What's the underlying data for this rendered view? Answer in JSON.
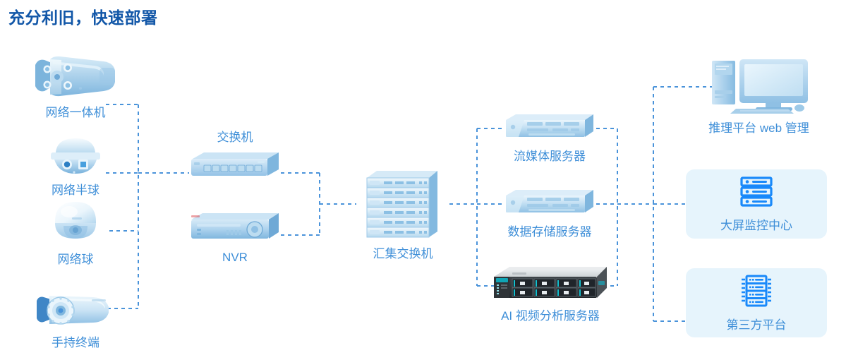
{
  "title": "充分利旧，快速部署",
  "colors": {
    "title": "#1257a8",
    "label": "#3f8fd8",
    "wire": "#3f8fd8",
    "card_bg": "#e6f4fc",
    "card_icon": "#1989fa",
    "device_blue": "#86b9df"
  },
  "endpoints": {
    "items": [
      {
        "label": "网络一体机",
        "icon": "bullet-camera-icon",
        "position": "below"
      },
      {
        "label": "网络半球",
        "icon": "dome-camera-icon",
        "position": "below"
      },
      {
        "label": "网络球",
        "icon": "ptz-dome-camera-icon",
        "position": "below"
      },
      {
        "label": "手持终端",
        "icon": "handheld-terminal-camera-icon",
        "position": "below"
      }
    ]
  },
  "access_layer": {
    "items": [
      {
        "label": "交换机",
        "icon": "network-switch-icon",
        "position": "above"
      },
      {
        "label": "NVR",
        "icon": "nvr-recorder-icon",
        "position": "below"
      }
    ]
  },
  "aggregation": {
    "label": "汇集交换机",
    "icon": "stacked-switch-icon",
    "stack_units": 6
  },
  "servers": {
    "items": [
      {
        "label": "流媒体服务器",
        "icon": "rack-server-icon"
      },
      {
        "label": "数据存储服务器",
        "icon": "rack-server-icon"
      },
      {
        "label": "AI 视频分析服务器",
        "icon": "ai-analysis-server-icon",
        "bays": 8
      }
    ]
  },
  "destinations": {
    "workstation": {
      "label": "推理平台 web 管理",
      "icon": "desktop-computer-icon"
    },
    "cards": [
      {
        "label": "大屏监控中心",
        "icon": "server-stack-icon",
        "rows": 3
      },
      {
        "label": "第三方平台",
        "icon": "rack-cabinet-icon",
        "rows": 4
      }
    ]
  }
}
